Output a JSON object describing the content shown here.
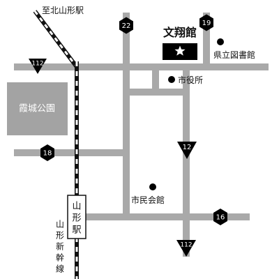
{
  "colors": {
    "road": "#a9a9a9",
    "rail": "#111111",
    "park": "#a3a3a3",
    "marker": "#000000",
    "background": "#ffffff"
  },
  "icons": {
    "highlight": "star-icon",
    "facility": "dot-icon",
    "national_route": "triangle-shield-icon",
    "prefectural_route": "hexagon-shield-icon"
  },
  "labels": {
    "station_direction": "至北山形駅",
    "park": "霞城公園",
    "main_facility": "文翔館",
    "library": "県立図書館",
    "city_hall": "市役所",
    "civic_hall": "市民会館",
    "station": "山形駅",
    "station_chars": [
      "山",
      "形",
      "駅"
    ],
    "shinkansen": "山形新幹線",
    "shinkansen_chars": [
      "山",
      "形",
      "新",
      "幹",
      "線"
    ]
  },
  "routes": {
    "r22": "22",
    "r19": "19",
    "r112_west": "112",
    "r18": "18",
    "r12": "12",
    "r16": "16",
    "r112_south": "112"
  }
}
